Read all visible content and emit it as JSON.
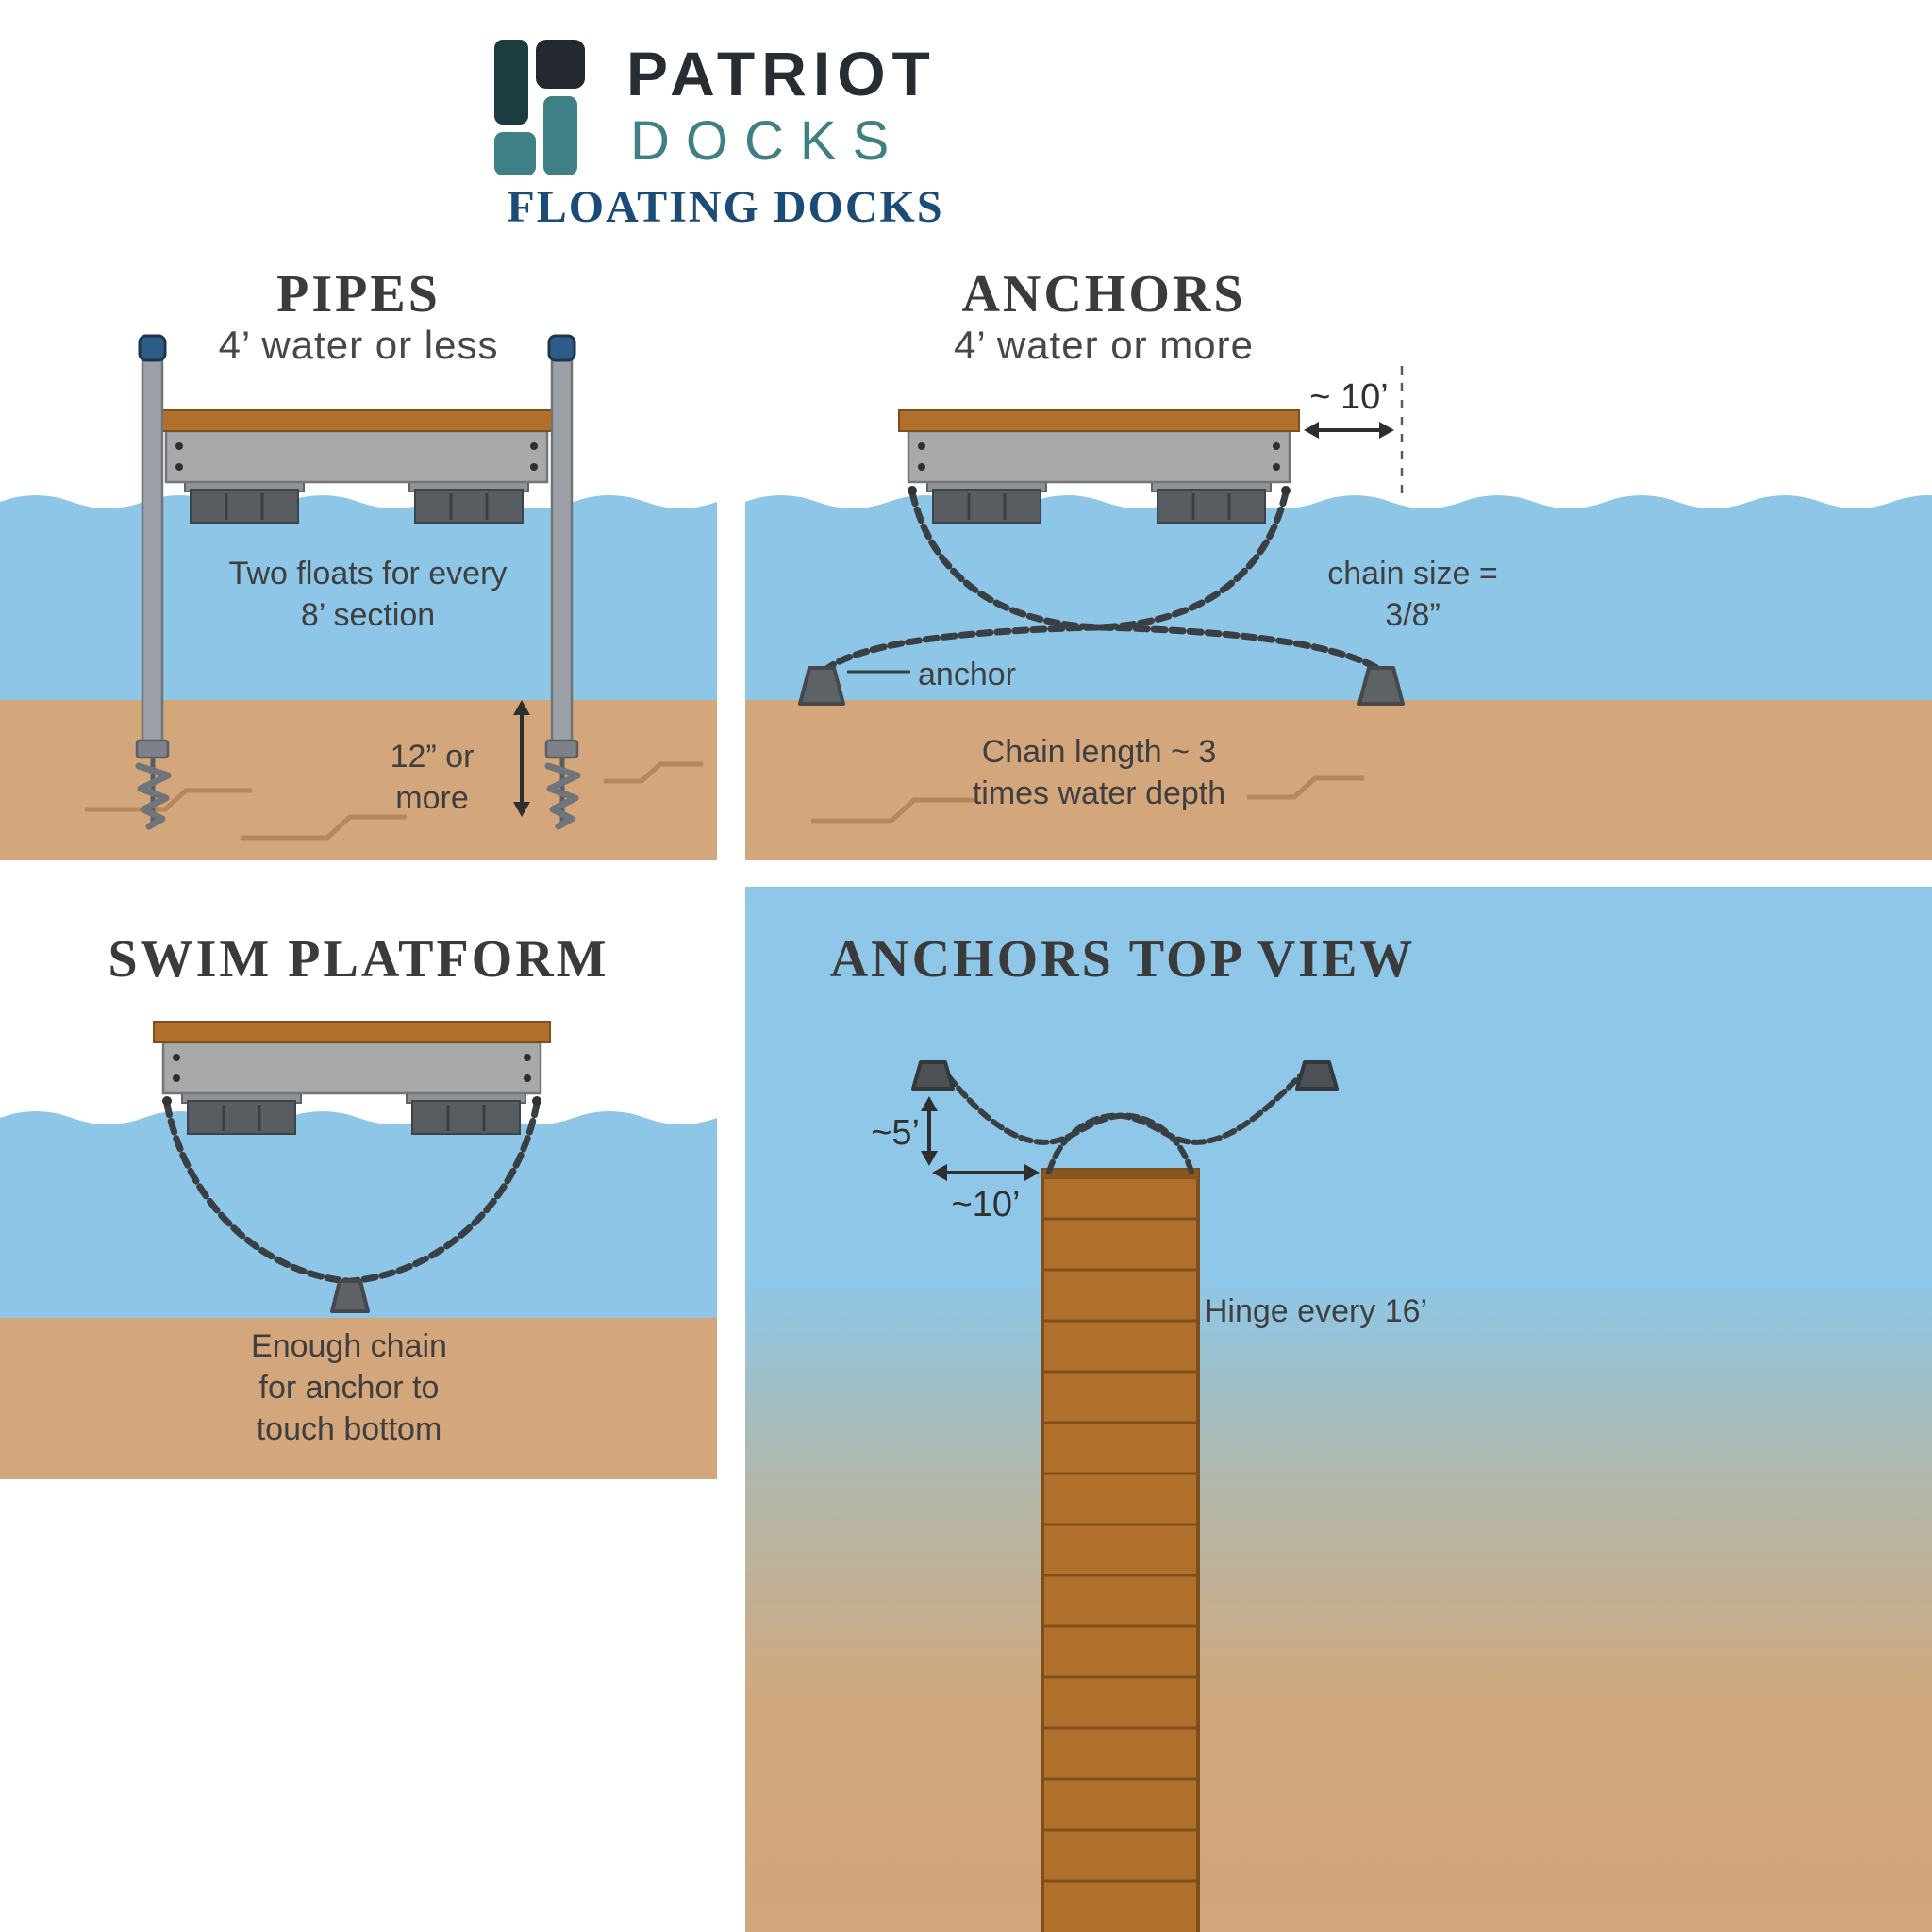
{
  "header": {
    "brand_top": "PATRIOT",
    "brand_bottom": "DOCKS",
    "tagline": "FLOATING DOCKS"
  },
  "panels": {
    "pipes": {
      "title": "PIPES",
      "subtitle": "4’ water or less",
      "floats_note": "Two floats for every\n8’ section",
      "depth_note": "12” or\nmore"
    },
    "anchors": {
      "title": "ANCHORS",
      "subtitle": "4’ water or more",
      "overhang_dim": "~ 10’",
      "chain_size_note": "chain size =\n3/8”",
      "anchor_label": "anchor",
      "chain_length_note": "Chain length ~ 3\ntimes water depth"
    },
    "swim_platform": {
      "title": "SWIM PLATFORM",
      "note": "Enough chain\nfor anchor to\ntouch bottom"
    },
    "anchors_top_view": {
      "title": "ANCHORS TOP VIEW",
      "offset_dim": "~5’",
      "width_dim": "~10’",
      "hinge_note": "Hinge every 16’"
    }
  },
  "colors": {
    "water": "#8dc6e6",
    "sand": "#d3a67b",
    "sand_line": "#b5875c",
    "deck_wood": "#b0702c",
    "frame_gray": "#a7a9ab",
    "float_gray": "#585d62",
    "chain": "#3a3f44",
    "pipe_cap_blue": "#2d5e8b",
    "brand_dark": "#272e33",
    "brand_teal": "#3f7f86",
    "tagline_blue": "#1b4b77",
    "title_ink": "#3b3b3b"
  }
}
